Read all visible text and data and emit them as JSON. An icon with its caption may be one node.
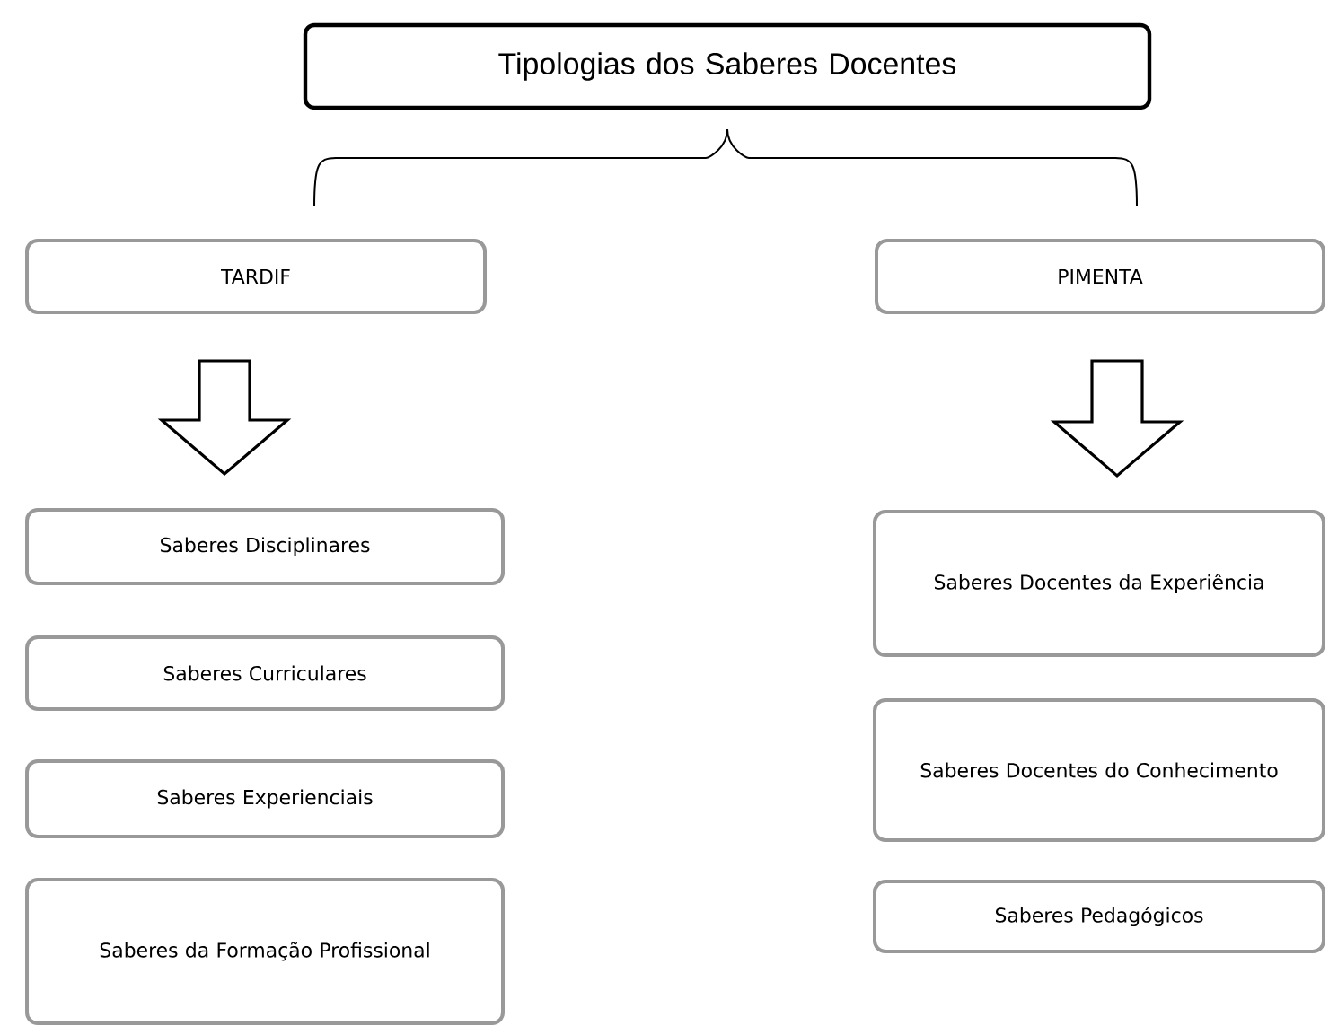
{
  "diagram": {
    "nodes": [
      {
        "text": [
          "Tipologias dos Saberes Docentes"
        ]
      },
      {
        "text": [
          "TARDIF"
        ]
      },
      {
        "text": [
          "PIMENTA"
        ]
      },
      {
        "text": [
          "Saberes Disciplinares"
        ]
      },
      {
        "text": [
          "Saberes Curriculares"
        ]
      },
      {
        "text": [
          "Saberes Experienciais"
        ]
      },
      {
        "text": [
          "Saberes da Formação Profissional"
        ]
      },
      {
        "text": [
          "Saberes Docentes da Experiência"
        ]
      },
      {
        "text": [
          "Saberes Docentes do Conhecimento"
        ]
      },
      {
        "text": [
          "Saberes Pedagógicos"
        ]
      }
    ],
    "edges": [
      {
        "from": 0,
        "to": 1,
        "arrow": "none"
      },
      {
        "from": 0,
        "to": 2,
        "arrow": "none"
      },
      {
        "from": 1,
        "to": 3,
        "arrow": "to"
      },
      {
        "from": 2,
        "to": 7,
        "arrow": "to"
      }
    ]
  }
}
